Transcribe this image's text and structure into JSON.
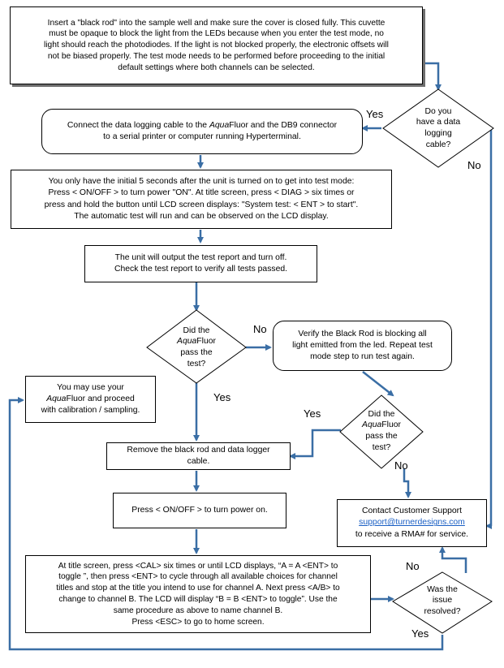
{
  "boxes": {
    "insert_rod": {
      "lines": [
        "Insert a \"black rod\" into the sample well and make sure the cover is closed fully. This cuvette",
        "must be opaque to block the light from the LEDs because when you enter the test mode, no",
        "light should reach the photodiodes. If the light is not blocked properly, the electronic offsets will",
        "not be biased properly. The test mode needs to be performed before proceeding to the initial",
        "default settings where both channels can be selected."
      ]
    },
    "connect_cable": {
      "lines": [
        "Connect the data logging cable to the AquaFluor and the DB9 connector",
        "to a serial printer or computer running Hyperterminal."
      ]
    },
    "test_mode": {
      "lines": [
        "You only have the initial 5 seconds after the unit is turned on to get into test mode:",
        "Press < ON/OFF > to turn power \"ON\". At title screen, press < DIAG > six times or",
        "press and hold the button until LCD screen displays: \"System test: < ENT > to start\".",
        "The automatic test will run and can be observed on the LCD display."
      ]
    },
    "output_report": {
      "lines": [
        "The unit will output the test report and turn off.",
        "Check the test report to verify all tests passed."
      ]
    },
    "verify_rod": {
      "lines": [
        "Verify the Black Rod is blocking all",
        "light emitted from the led. Repeat test",
        "mode step to run test again."
      ]
    },
    "may_use": {
      "lines": [
        "You may use your",
        "AquaFluor and proceed",
        "with calibration / sampling."
      ]
    },
    "remove_rod": {
      "lines": [
        "Remove the black rod and data logger",
        "cable."
      ]
    },
    "power_on": {
      "lines": [
        "Press < ON/OFF > to turn power on."
      ]
    },
    "contact_support": {
      "title": "Contact Customer Support",
      "link": "support@turnerdesigns.com",
      "tail": "to receive a RMA# for service."
    },
    "channel_titles": {
      "lines": [
        "At title screen, press <CAL> six times or until LCD displays, “A = A <ENT> to",
        "toggle ”, then press <ENT> to cycle through all available choices for channel",
        "titles and stop at the title you intend to use for channel A.  Next press <A/B> to",
        "change to channel B.  The LCD will display “B = B <ENT> to toggle”.  Use the",
        "same procedure as above to name channel B.",
        "Press <ESC> to go to home screen."
      ]
    }
  },
  "decisions": {
    "data_cable": {
      "lines": [
        "Do you",
        "have a data",
        "logging",
        "cable?"
      ]
    },
    "pass_test_1": {
      "line1": "Did the",
      "brand": "Aqua",
      "brand_rest": "Fluor",
      "line3": "pass the",
      "line4": "test?"
    },
    "pass_test_2": {
      "line1": "Did the",
      "brand": "Aqua",
      "brand_rest": "Fluor",
      "line3": "pass the",
      "line4": "test?"
    },
    "resolved": {
      "lines": [
        "Was the",
        "issue",
        "resolved?"
      ]
    }
  },
  "labels": {
    "yes_cable": "Yes",
    "no_cable": "No",
    "no_pass1": "No",
    "yes_pass1": "Yes",
    "yes_pass2": "Yes",
    "no_pass2": "No",
    "no_resolved": "No",
    "yes_resolved": "Yes"
  },
  "colors": {
    "arrow": "#3a6ea5",
    "link": "#1a5fc4",
    "shadow": "#6e6e6e"
  }
}
